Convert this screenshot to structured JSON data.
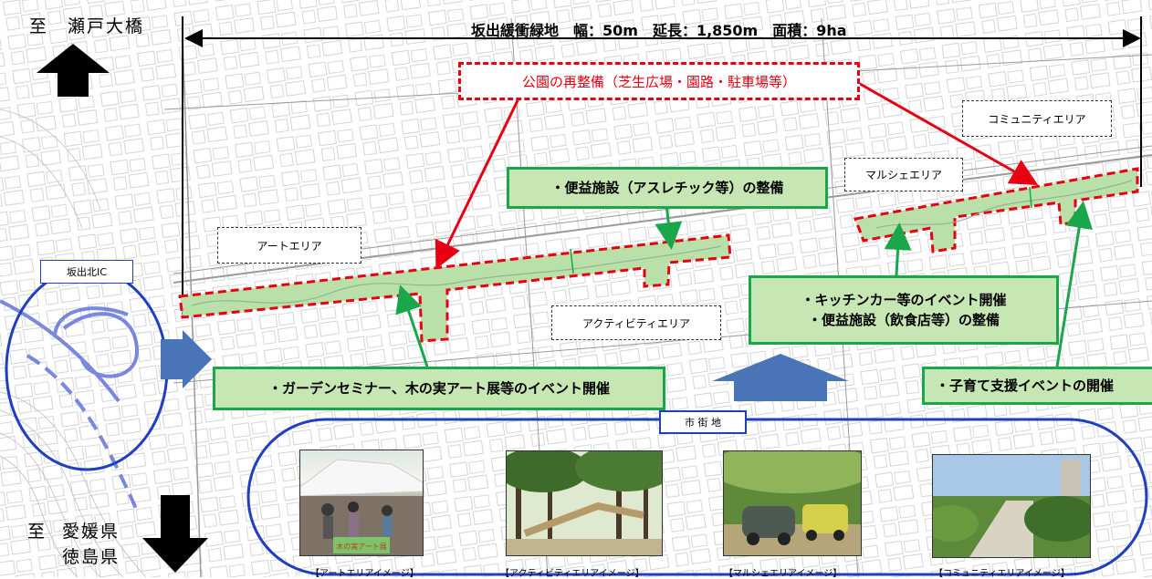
{
  "directions": {
    "north": "至　瀬戸大橋",
    "south_prefix": "至",
    "south_line1": "愛媛県",
    "south_line2": "徳島県"
  },
  "title": "坂出緩衝緑地　幅：50m　延長：1,850m　面積：9ha",
  "red_callout": "公園の再整備（芝生広場・園路・駐車場等）",
  "area_labels": {
    "art": "アートエリア",
    "activity": "アクティビティエリア",
    "marche": "マルシェエリア",
    "community": "コミュニティエリア"
  },
  "interchange": "坂出北IC",
  "green_callouts": {
    "facility_athletic": "・便益施設（アスレチック等）の整備",
    "kitchen_line1": "・キッチンカー等のイベント開催",
    "kitchen_line2": "・便益施設（飲食店等）の整備",
    "garden": "・ガーデンセミナー、木の実アート展等のイベント開催",
    "childcare": "・子育て支援イベントの開催"
  },
  "town_label": "市 街 地",
  "photos": [
    {
      "caption": "【アートエリアイメージ】",
      "sign": "木の実アート展"
    },
    {
      "caption": "【アクティビティエリアイメージ】"
    },
    {
      "caption": "【マルシェエリアイメージ】"
    },
    {
      "caption": "【コミュニティエリアイメージ】"
    }
  ],
  "colors": {
    "park_fill": "#b8e0a8",
    "red": "#e60012",
    "green": "#1aa64a",
    "blue": "#1f3fbf",
    "arrow_blue": "#4a74b8"
  }
}
